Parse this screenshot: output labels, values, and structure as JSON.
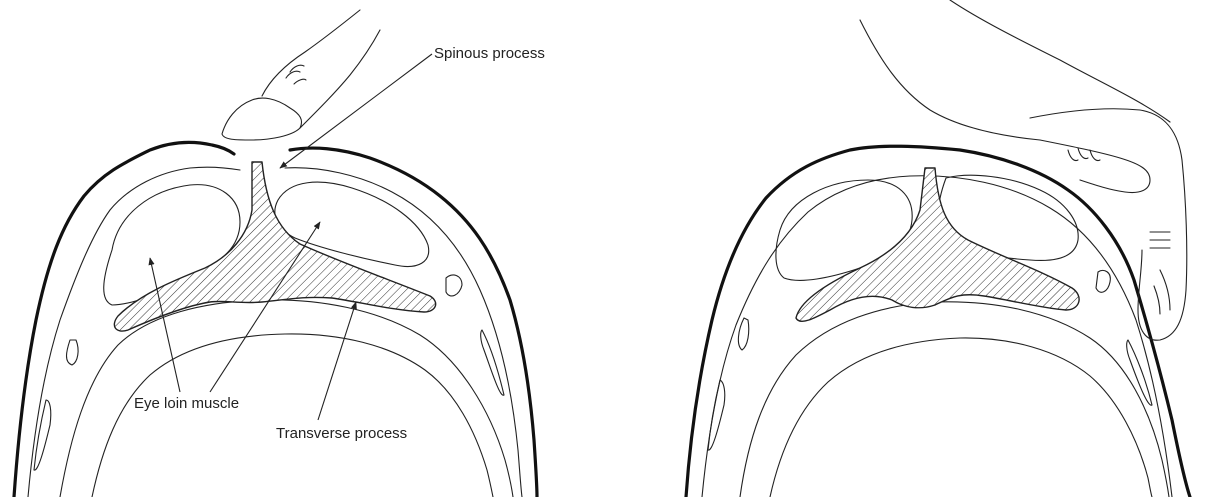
{
  "labels": {
    "spinous_process": "Spinous process",
    "eye_loin_muscle": "Eye loin muscle",
    "transverse_process": "Transverse process"
  },
  "colors": {
    "line": "#222222",
    "background": "#ffffff"
  },
  "icons": {
    "left_hand": "finger-pressing-icon",
    "right_hand": "hand-palpating-icon"
  }
}
